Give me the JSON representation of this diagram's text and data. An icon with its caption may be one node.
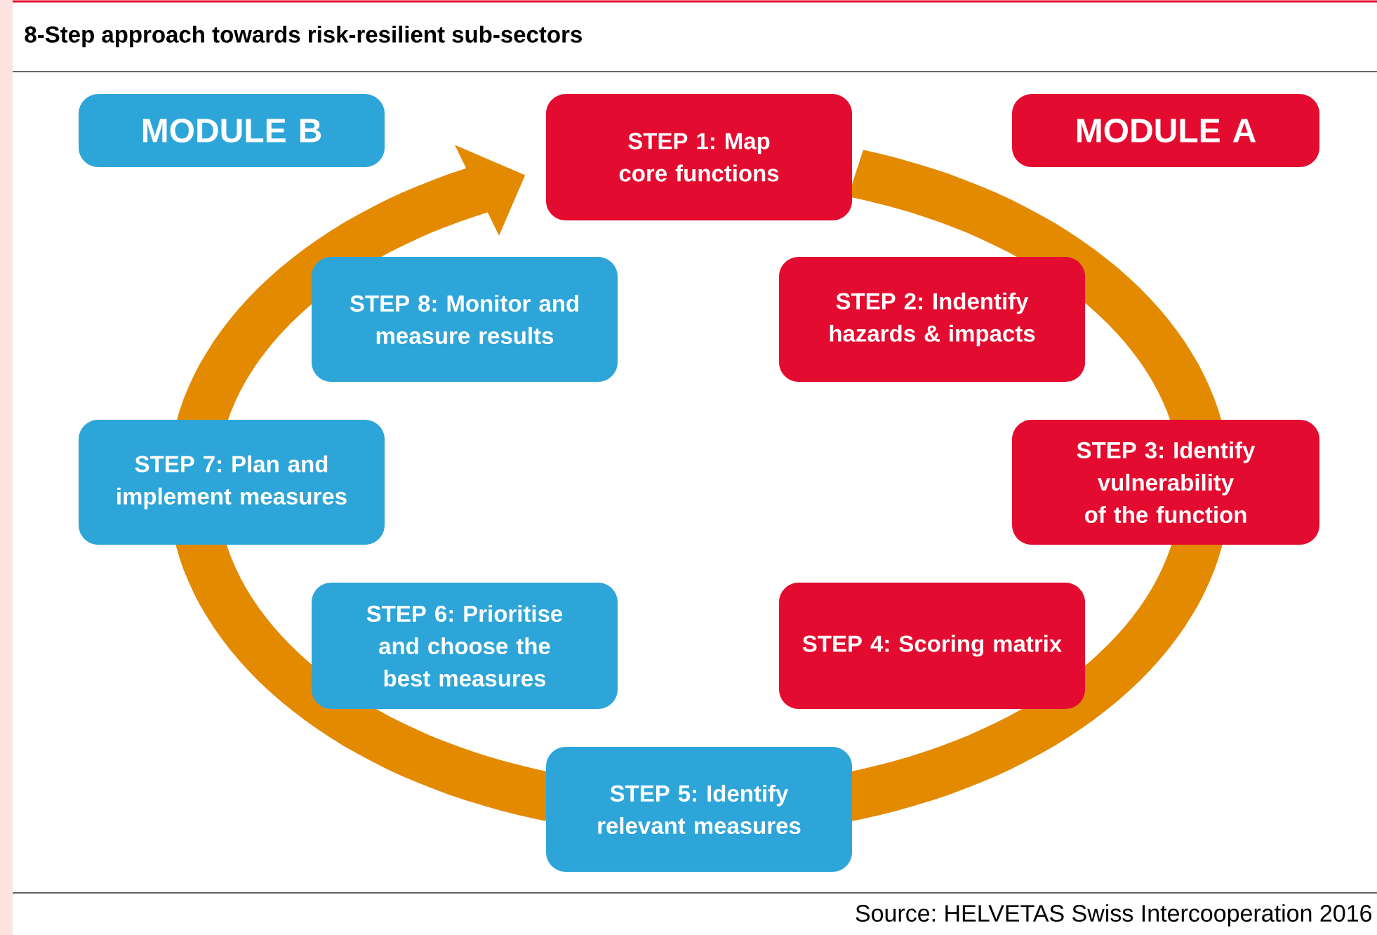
{
  "diagram": {
    "title": "8-Step approach towards risk-resilient sub-sectors",
    "nodes": [
      {
        "text": [
          "MODULE B"
        ]
      },
      {
        "text": [
          "STEP 1: Map core functions"
        ]
      },
      {
        "text": [
          "MODULE A"
        ]
      },
      {
        "text": [
          "STEP 8: Monitor and measure results"
        ]
      },
      {
        "text": [
          "STEP 2: Indentify hazards & impacts"
        ]
      },
      {
        "text": [
          "STEP 7: Plan and implement measures"
        ]
      },
      {
        "text": [
          "STEP 3: Identify vulnerability of the function"
        ]
      },
      {
        "text": [
          "STEP 6: Prioritise and choose the best measures"
        ]
      },
      {
        "text": [
          "STEP 4: Scoring matrix"
        ]
      },
      {
        "text": [
          "STEP 5: Identify relevant measures"
        ]
      }
    ],
    "labels": [
      "Source: HELVETAS Swiss Intercooperation 2016"
    ]
  }
}
